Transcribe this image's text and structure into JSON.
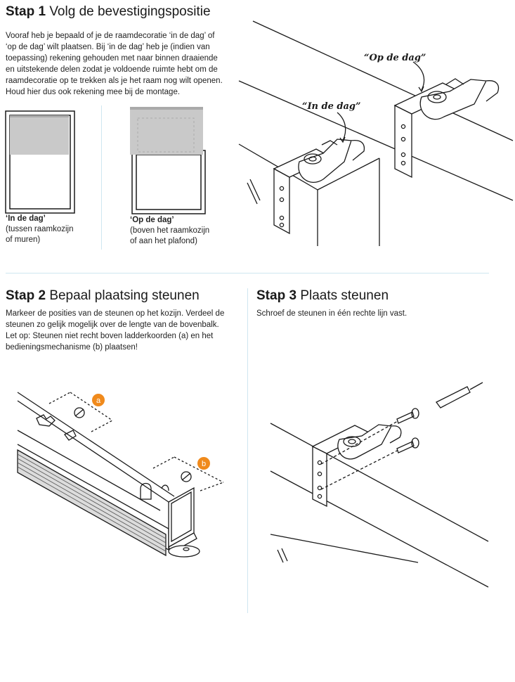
{
  "step1": {
    "num": "Stap 1",
    "title": "Volg de bevestigingspositie",
    "body": [
      "Vooraf heb je bepaald of je de raamdecoratie ‘in de dag’ of",
      "‘op de dag’ wilt plaatsen. Bij ‘in de dag’ heb je (indien van",
      "toepassing) rekening gehouden met naar binnen draaiende",
      "en uitstekende delen zodat je voldoende ruimte hebt om de",
      "raamdecoratie op te trekken als je het raam nog wilt openen.",
      "Houd hier dus ook rekening mee bij de montage."
    ],
    "cap_in": {
      "title": "‘In de dag’",
      "line1": "(tussen raamkozijn",
      "line2": "of muren)"
    },
    "cap_op": {
      "title": "‘Op de dag’",
      "line1": "(boven het raamkozijn",
      "line2": "of aan het plafond)"
    },
    "label_op": "“Op de dag”",
    "label_in": "“In de dag”"
  },
  "step2": {
    "num": "Stap 2",
    "title": "Bepaal plaatsing steunen",
    "body": [
      "Markeer de posities van de steunen op het kozijn. Verdeel de",
      "steunen zo gelijk mogelijk over de lengte van de bovenbalk.",
      "Let op: Steunen niet recht boven ladderkoorden (a) en het",
      "bedieningsmechanisme (b) plaatsen!"
    ],
    "marker_a": "a",
    "marker_b": "b"
  },
  "step3": {
    "num": "Stap 3",
    "title": "Plaats steunen",
    "body": [
      "Schroef de steunen in één rechte lijn vast."
    ]
  },
  "colors": {
    "accent": "#f08a1c",
    "rule": "#cfe6f0",
    "shade": "#c9c9c9",
    "ink": "#1a1a1a"
  }
}
